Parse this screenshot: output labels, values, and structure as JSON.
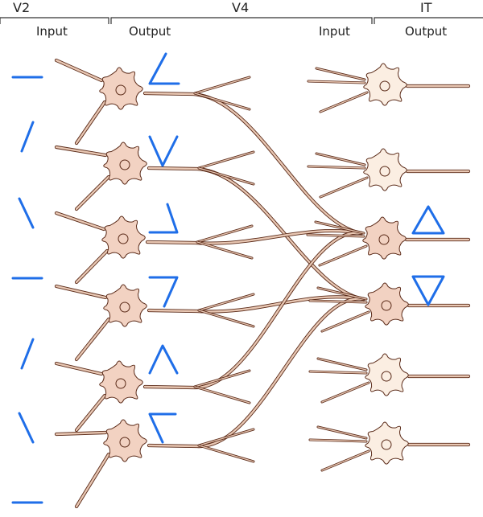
{
  "header": {
    "areas": [
      "V2",
      "V4",
      "IT"
    ],
    "roles": {
      "v2_input": "Input",
      "v4_output": "Output",
      "v4_input": "Input",
      "it_output": "Output"
    }
  },
  "colors": {
    "stimulus_line": "#1f6ee8",
    "active_neuron_fill": "#f2d2c2",
    "inactive_neuron_fill": "#fbeee2",
    "neuron_stroke": "#5a2a18",
    "axon_fill": "#e8c7b3",
    "bracket": "#333333"
  },
  "stimuli": {
    "v2_inputs": [
      "horizontal",
      "oblique-right",
      "oblique-left",
      "horizontal",
      "oblique-right",
      "oblique-left",
      "horizontal"
    ],
    "v4_outputs": [
      "angle-open-right",
      "v-shape",
      "angle-bottom-right",
      "angle-top-right",
      "caret-up",
      "angle-open-left"
    ],
    "it_outputs": [
      "triangle-up",
      "triangle-down"
    ]
  },
  "neurons": {
    "v4_count": 6,
    "it_count": 6,
    "it_active": [
      false,
      false,
      true,
      true,
      false,
      false
    ]
  }
}
